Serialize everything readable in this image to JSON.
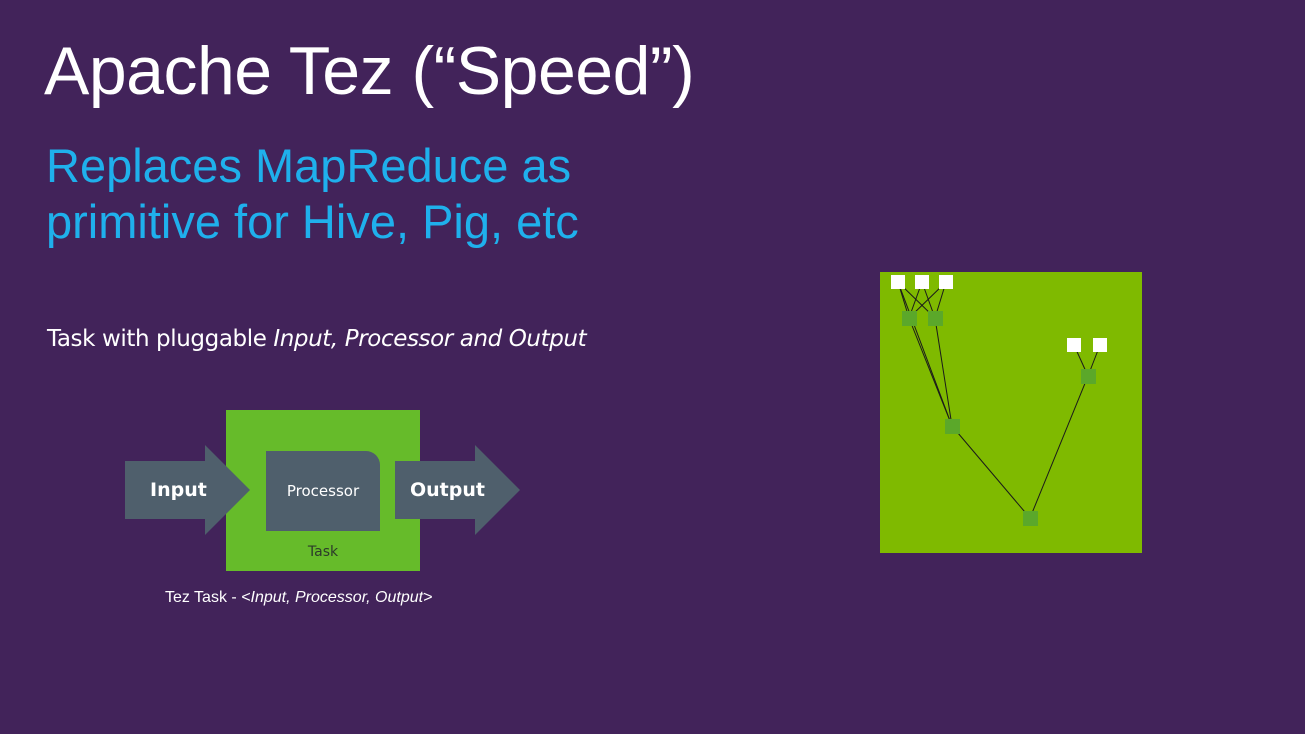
{
  "slide": {
    "title": "Apache Tez (“Speed”)",
    "subtitle_line1": "Replaces MapReduce as",
    "subtitle_line2": "primitive for Hive, Pig, etc",
    "description_prefix": "Task with pluggable ",
    "description_italic": "Input, Processor and Output"
  },
  "diagram": {
    "input_label": "Input",
    "processor_label": "Processor",
    "output_label": "Output",
    "task_label": "Task",
    "caption_prefix": "Tez Task - ",
    "caption_italic": "<Input, Processor, Output>"
  },
  "colors": {
    "background": "#42235a",
    "title": "#ffffff",
    "subtitle": "#1fb0ec",
    "task_green": "#66bb2a",
    "arrow_gray": "#4f5f6c",
    "dag_green": "#7fba00",
    "dag_node_dark": "#5ba82a",
    "dag_node_light": "#ffffff"
  }
}
